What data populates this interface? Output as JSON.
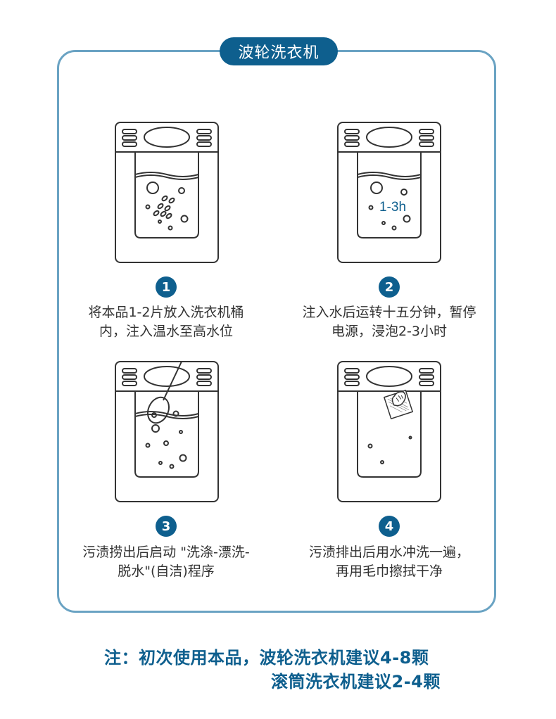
{
  "title": "波轮洗衣机",
  "steps": [
    {
      "number": "1",
      "line1": "将本品1-2片放入洗衣机桶",
      "line2": "内，注入温水至高水位"
    },
    {
      "number": "2",
      "line1": "注入水后运转十五分钟，暂停",
      "line2": "电源，浸泡2-3小时",
      "timer": "1-3h"
    },
    {
      "number": "3",
      "line1": "污渍捞出后启动 \"洗涤-漂洗-",
      "line2": "脱水\"(自洁)程序"
    },
    {
      "number": "4",
      "line1": "污渍排出后用水冲洗一遍，",
      "line2": "再用毛巾擦拭干净"
    }
  ],
  "note": {
    "line1": "注：初次使用本品，波轮洗衣机建议4-8颗",
    "line2": "滚筒洗衣机建议2-4颗"
  },
  "colors": {
    "brand": "#0e5f8e",
    "frame": "#6aa3c3",
    "line": "#333333"
  },
  "icons": [
    "washing-machine-tablets-icon",
    "washing-machine-timer-icon",
    "washing-machine-scoop-icon",
    "washing-machine-cloth-icon"
  ]
}
